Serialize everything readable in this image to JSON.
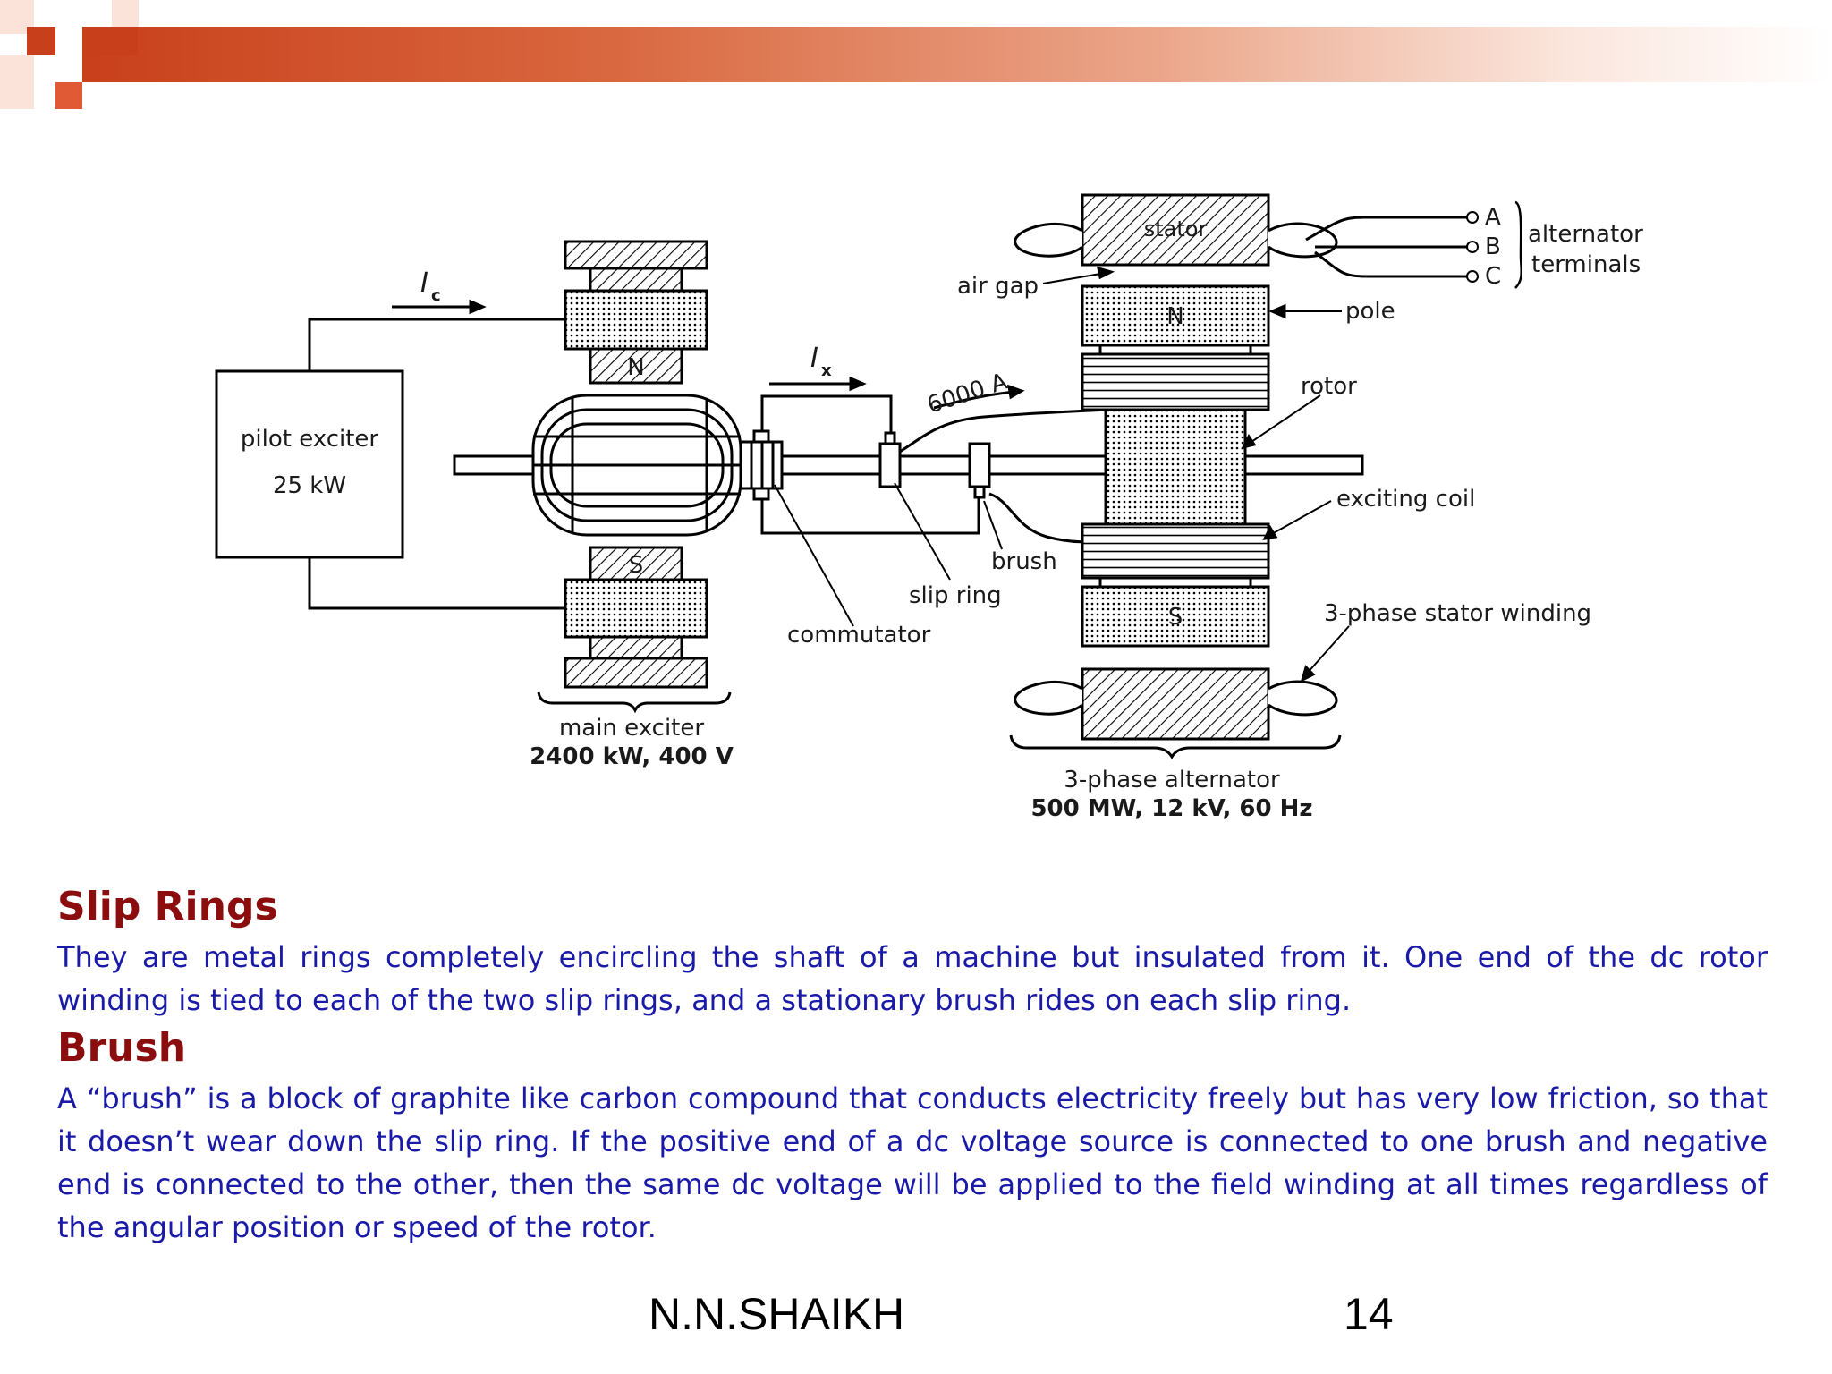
{
  "diagram": {
    "labels": {
      "ic_symbol": "I",
      "ic_sub": "c",
      "ix_symbol": "I",
      "ix_sub": "x",
      "pilot_exciter": "pilot exciter",
      "pilot_power": "25 kW",
      "pole_n": "N",
      "pole_s": "S",
      "current_6000": "6000 A",
      "air_gap": "air gap",
      "stator": "stator",
      "terminal_a": "A",
      "terminal_b": "B",
      "terminal_c": "C",
      "alternator_terminals_1": "alternator",
      "alternator_terminals_2": "terminals",
      "pole": "pole",
      "rotor": "rotor",
      "exciting_coil": "exciting coil",
      "stator_winding": "3-phase stator winding",
      "brush": "brush",
      "slip_ring": "slip ring",
      "commutator": "commutator",
      "main_exciter": "main exciter",
      "main_exciter_rating": "2400 kW, 400 V",
      "alternator": "3-phase alternator",
      "alternator_rating": "500 MW, 12 kV, 60 Hz"
    }
  },
  "sections": [
    {
      "title": "Slip Rings",
      "body": "They are metal rings completely encircling the shaft of a machine but insulated from it. One end of the dc rotor winding is tied to each of the two slip rings, and a stationary brush rides on each slip ring."
    },
    {
      "title": "Brush",
      "body": "A “brush” is a block of graphite like carbon compound that conducts electricity freely but has very low friction, so that it doesn’t wear down the slip ring. If the positive end of a dc voltage source is connected to one brush and negative end is connected to the other, then the same dc voltage will be applied to the field winding at all times regardless of the angular position or speed of the rotor."
    }
  ],
  "footer": {
    "author": "N.N.SHAIKH",
    "page": "14"
  },
  "colors": {
    "title": "#8b0d0d",
    "body": "#1a1aa8",
    "accent": "#c8401b"
  }
}
